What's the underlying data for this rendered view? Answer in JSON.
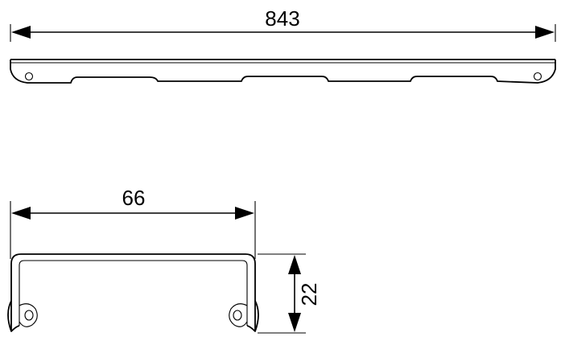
{
  "dimensions": {
    "length": "843",
    "width": "66",
    "height": "22"
  },
  "colors": {
    "line": "#000000",
    "background": "#ffffff"
  }
}
